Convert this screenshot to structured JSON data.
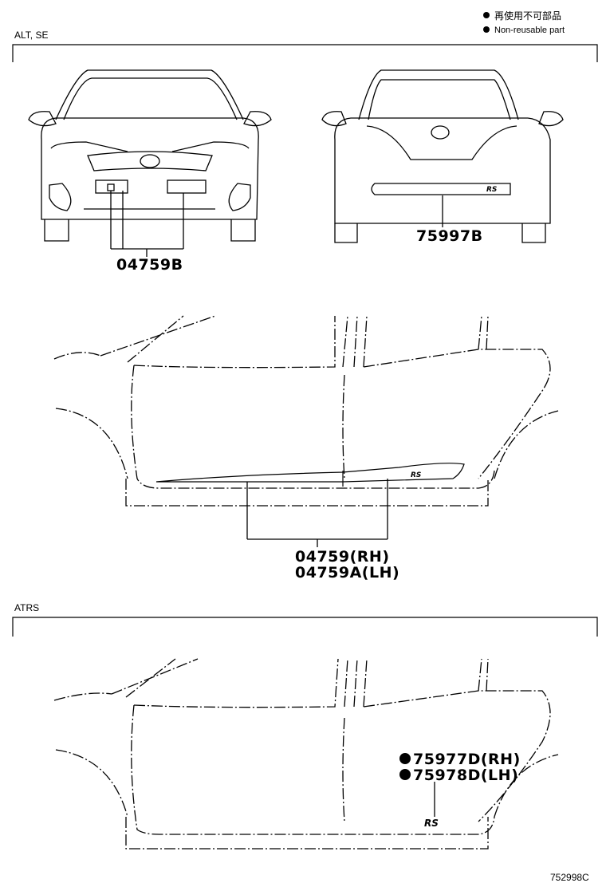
{
  "legend": {
    "japanese": "再使用不可部品",
    "english": "Non-reusable part"
  },
  "sections": [
    {
      "label": "ALT, SE"
    },
    {
      "label": "ATRS"
    }
  ],
  "part_numbers": {
    "front_bumper": "04759B",
    "rear_bumper": "75997B",
    "side_rh": "04759(RH)",
    "side_lh": "04759A(LH)",
    "emblem_rh": "75977D(RH)",
    "emblem_lh": "75978D(LH)"
  },
  "emblem_text": "RS",
  "figure_id": "752998C"
}
